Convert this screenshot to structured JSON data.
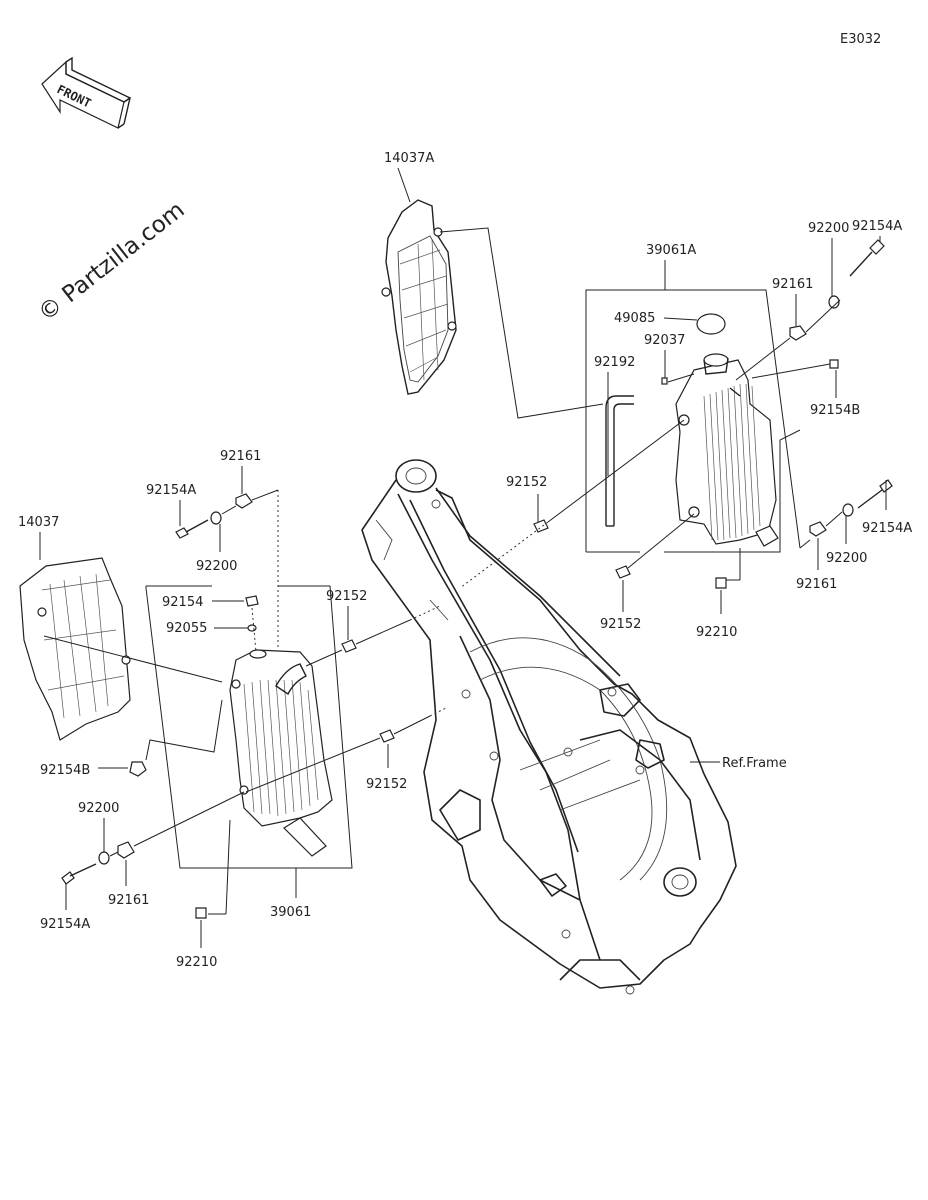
{
  "diagram_code": "E3032",
  "watermark": "© Partzilla.com",
  "front_arrow": "FRONT",
  "labels": {
    "p14037A": "14037A",
    "p39061A": "39061A",
    "p92154A_top": "92154A",
    "p92200_top": "92200",
    "p92161_top": "92161",
    "p49085": "49085",
    "p92037": "92037",
    "p92192": "92192",
    "p92154B_right": "92154B",
    "p92152_mid": "92152",
    "p92152_right": "92152",
    "p92210_right": "92210",
    "p92161_right": "92161",
    "p92200_right": "92200",
    "p92154A_right": "92154A",
    "p14037": "14037",
    "p92161_left": "92161",
    "p92154A_left": "92154A",
    "p92200_left": "92200",
    "p92154": "92154",
    "p92055": "92055",
    "p92152_left1": "92152",
    "p92152_left2": "92152",
    "p92154B_left": "92154B",
    "p92200_bottom": "92200",
    "p92161_bottom": "92161",
    "p92154A_bottom": "92154A",
    "p39061": "39061",
    "p92210_left": "92210",
    "ref_frame": "Ref.Frame"
  }
}
